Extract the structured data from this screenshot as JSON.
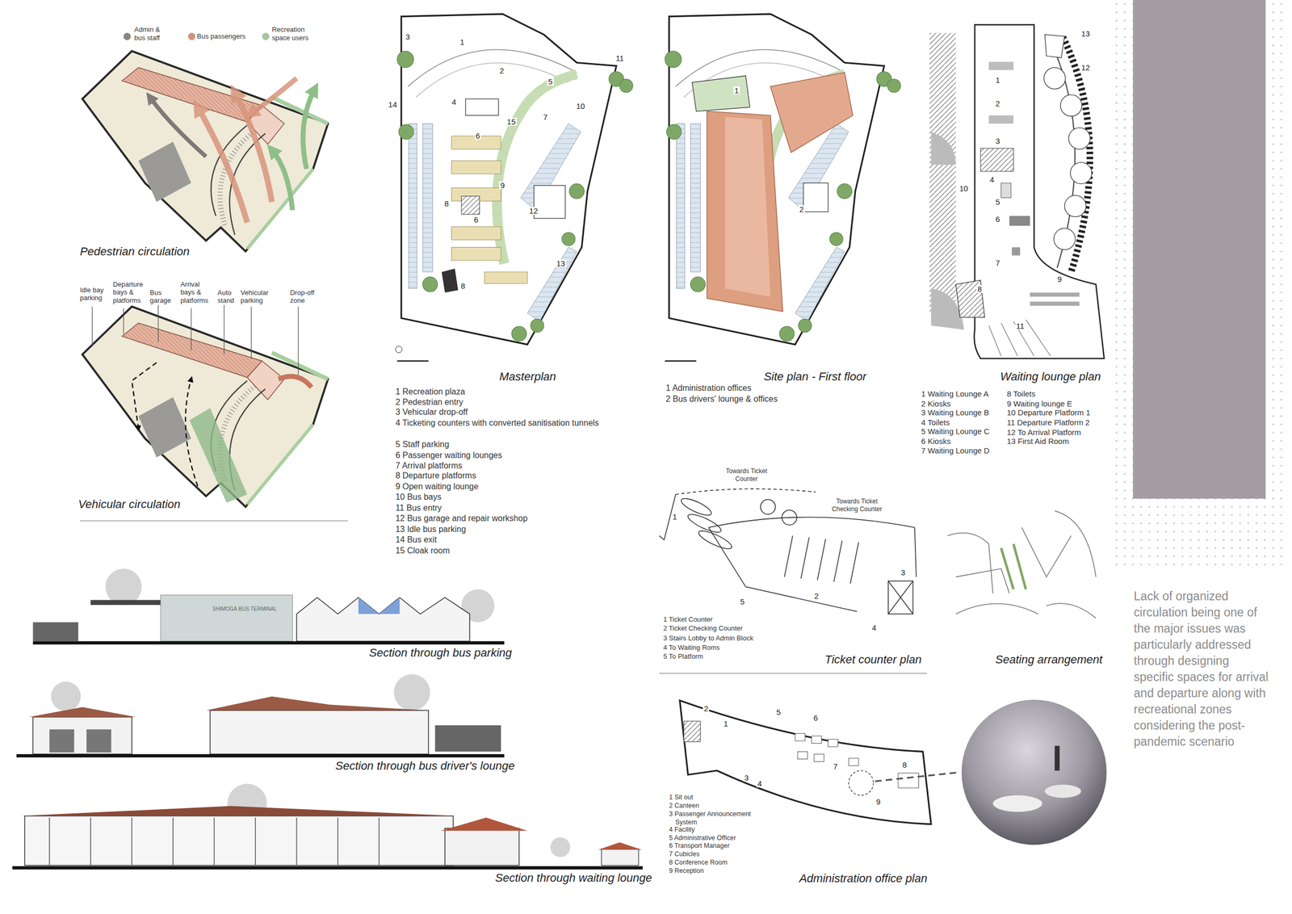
{
  "diagram": {
    "labels": [
      "Pedestrian circulation",
      "Idle bay parking",
      "Departure bays & platforms",
      "Bus garage",
      "Arrival bays & platforms",
      "Auto stand",
      "Vehicular parking",
      "Drop-off zone",
      "Vehicular circulation",
      "1",
      "2",
      "3",
      "4",
      "5",
      "6",
      "6",
      "7",
      "8",
      "8",
      "9",
      "10",
      "11",
      "12",
      "13",
      "14",
      "15",
      "Masterplan",
      "1 Recreation plaza",
      "2 Pedestrian entry",
      "3 Vehicular drop-off",
      "4 Ticketing counters with converted sanitisation tunnels",
      "5 Staff parking",
      "6 Passenger waiting lounges",
      "7 Arrival platforms",
      "8 Departure platforms",
      "9 Open waiting lounge",
      "10 Bus bays",
      "11 Bus entry",
      "12 Bus garage and repair workshop",
      "13 Idle bus parking",
      "14 Bus exit",
      "15 Cloak room",
      "1",
      "2",
      "Site plan - First floor",
      "1 Administration offices",
      "2 Bus drivers' lounge & offices",
      "1",
      "2",
      "3",
      "4",
      "5",
      "6",
      "7",
      "8",
      "9",
      "10",
      "11",
      "12",
      "13",
      "Waiting lounge plan",
      "1 Waiting Lounge A",
      "2 Kiosks",
      "3 Waiting Lounge B",
      "4 Toilets",
      "5 Waiting Lounge C",
      "6 Kiosks",
      "7 Waiting Lounge D",
      "8 Toilets",
      "9 Waiting lounge E",
      "10 Departure Platform 1",
      "11 Departure Platform 2",
      "12 To Arrival Platform",
      "13 First Aid Room",
      "Towards Ticket Counter",
      "Towards Ticket Checking Counter",
      "1",
      "2",
      "3",
      "4",
      "5",
      "1 Ticket Counter",
      "2 Ticket Checking Counter",
      "3 Stairs Lobby to Admin Block",
      "4 To Waiting Roms",
      "5 To Platform",
      "Ticket counter plan",
      "Seating arrangement",
      "Lack of organized circulation being one of the major issues was particularly addressed through designing specific spaces for arrival and departure along with recreational zones considering the post-pandemic scenario",
      "SHIMOGA BUS TERMINAL",
      "Section through bus parking",
      "Section through bus driver's lounge",
      "Section through waiting lounge",
      "1",
      "2",
      "3",
      "4",
      "5",
      "6",
      "7",
      "8",
      "9",
      "1 Sit out",
      "2 Canteen",
      "3 Passenger Announcement System",
      "4 Facility",
      "5 Administrative Officer",
      "6 Transport Manager",
      "7 Cubicles",
      "8 Conference Room",
      "9 Reception",
      "Administration office plan"
    ],
    "legend": [
      {
        "text": "Admin & bus staff",
        "color": "#8a8682"
      },
      {
        "text": "Bus passengers",
        "color": "#d4927c"
      },
      {
        "text": "Recreation space users",
        "color": "#a6c79c"
      }
    ]
  }
}
